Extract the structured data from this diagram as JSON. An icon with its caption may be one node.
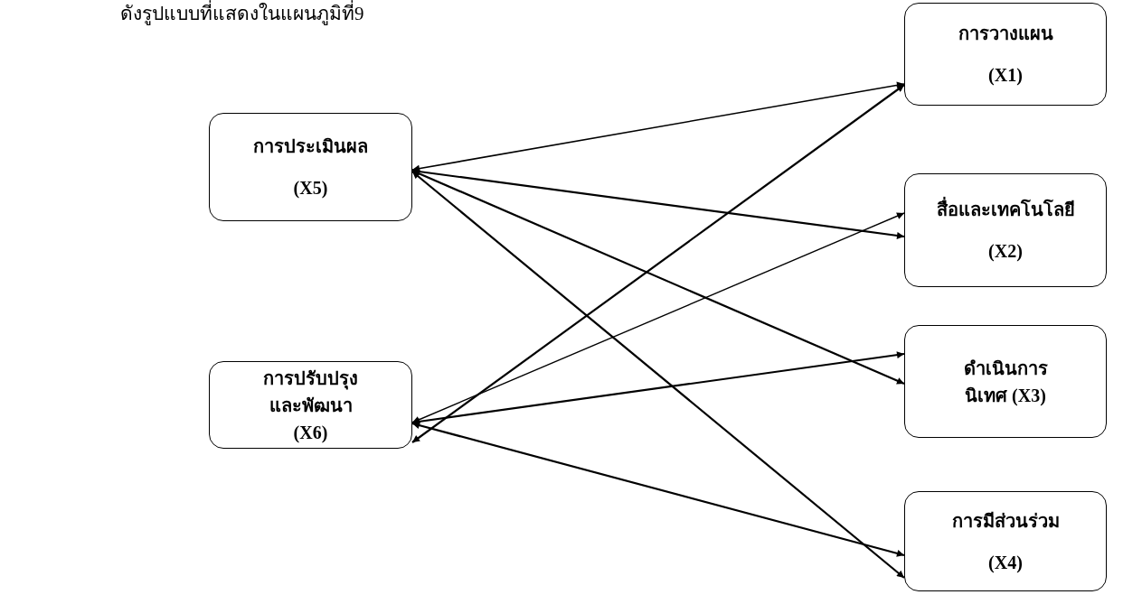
{
  "diagram": {
    "nodes": [
      {
        "text": [
          "การประเมินผล",
          "(X5)"
        ]
      },
      {
        "text": [
          "การปรับปรุง และพัฒนา (X6)"
        ]
      },
      {
        "text": [
          "การวางแผน",
          "(X1)"
        ]
      },
      {
        "text": [
          "สื่อและเทคโนโลยี",
          "(X2)"
        ]
      },
      {
        "text": [
          "ดำเนินการ นิเทศ (X3)"
        ]
      },
      {
        "text": [
          "การมีส่วนร่วม",
          "(X4)"
        ]
      }
    ],
    "edges": [
      {
        "from": 0,
        "to": 2,
        "arrow": "both"
      },
      {
        "from": 0,
        "to": 3,
        "arrow": "both"
      },
      {
        "from": 0,
        "to": 4,
        "arrow": "both"
      },
      {
        "from": 0,
        "to": 5,
        "arrow": "both"
      },
      {
        "from": 1,
        "to": 2,
        "arrow": "both"
      },
      {
        "from": 1,
        "to": 3,
        "arrow": "both"
      },
      {
        "from": 1,
        "to": 4,
        "arrow": "both"
      },
      {
        "from": 1,
        "to": 5,
        "arrow": "both"
      }
    ],
    "labels": [
      "ดังรูปแบบที่แสดงในแผนภูมิที่9"
    ]
  }
}
